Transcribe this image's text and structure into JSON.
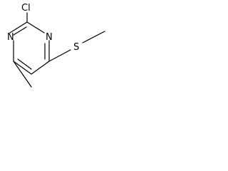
{
  "molecule": {
    "atoms": {
      "cl_label": "Cl",
      "n1_label": "N",
      "n3_label": "N",
      "s_label": "S"
    },
    "colors": {
      "ink": "#000000",
      "background": "#ffffff"
    }
  }
}
